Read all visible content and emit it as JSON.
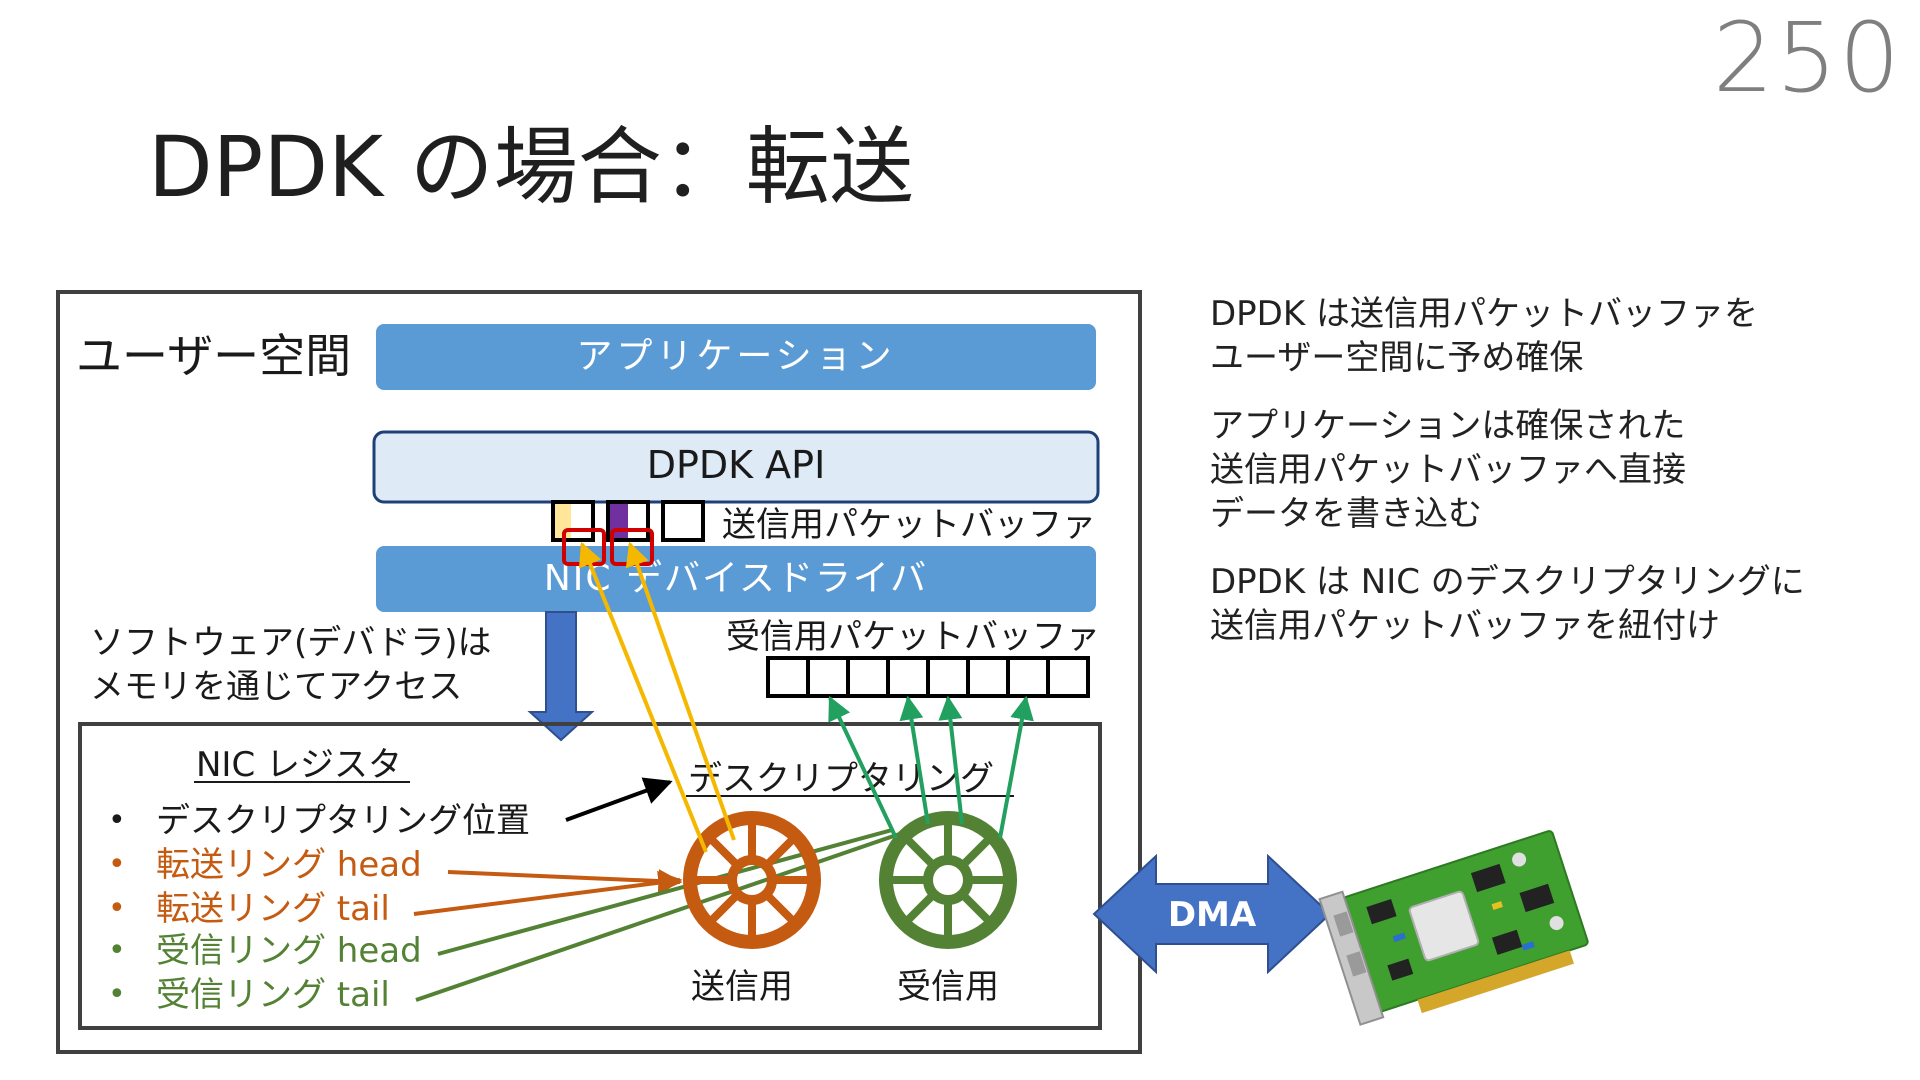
{
  "page_number": "250",
  "title": "DPDK の場合：転送",
  "diagram": {
    "user_space_label": "ユーザー空間",
    "application_label": "アプリケーション",
    "dpdk_api_label": "DPDK API",
    "tx_buffer_label": "送信用パケットバッファ",
    "nic_driver_label": "NIC デバイスドライバ",
    "rx_buffer_label": "受信用パケットバッファ",
    "software_access_lines": [
      "ソフトウェア(デバドラ)は",
      "メモリを通じてアクセス"
    ],
    "nic_register_label": "NIC レジスタ",
    "descriptor_ring_label": "デスクリプタリング",
    "register_items": [
      {
        "text": "デスクリプタリング位置"
      },
      {
        "text": "転送リング head"
      },
      {
        "text": "転送リング tail"
      },
      {
        "text": "受信リング head"
      },
      {
        "text": "受信リング tail"
      }
    ],
    "tx_ring_label": "送信用",
    "rx_ring_label": "受信用",
    "dma_label": "DMA",
    "bullet": "•",
    "colors": {
      "blue": "#5b9bd5",
      "light_blue": "#deebf7",
      "dark_blue": "#2f4f8f",
      "orange": "#c55a11",
      "green": "#548235",
      "yellow": "#f5b800",
      "arrow_green": "#22a060",
      "dma_blue": "#4472c4",
      "red": "#d00000",
      "purple": "#7030a0",
      "pale_yellow": "#ffe699"
    }
  },
  "notes": [
    {
      "lines": [
        "DPDK は送信用パケットバッファを",
        "ユーザー空間に予め確保"
      ]
    },
    {
      "lines": [
        "アプリケーションは確保された",
        "送信用パケットバッファへ直接",
        "データを書き込む"
      ]
    },
    {
      "lines": [
        "DPDK は NIC のデスクリプタリングに",
        "送信用パケットバッファを紐付け"
      ]
    }
  ]
}
